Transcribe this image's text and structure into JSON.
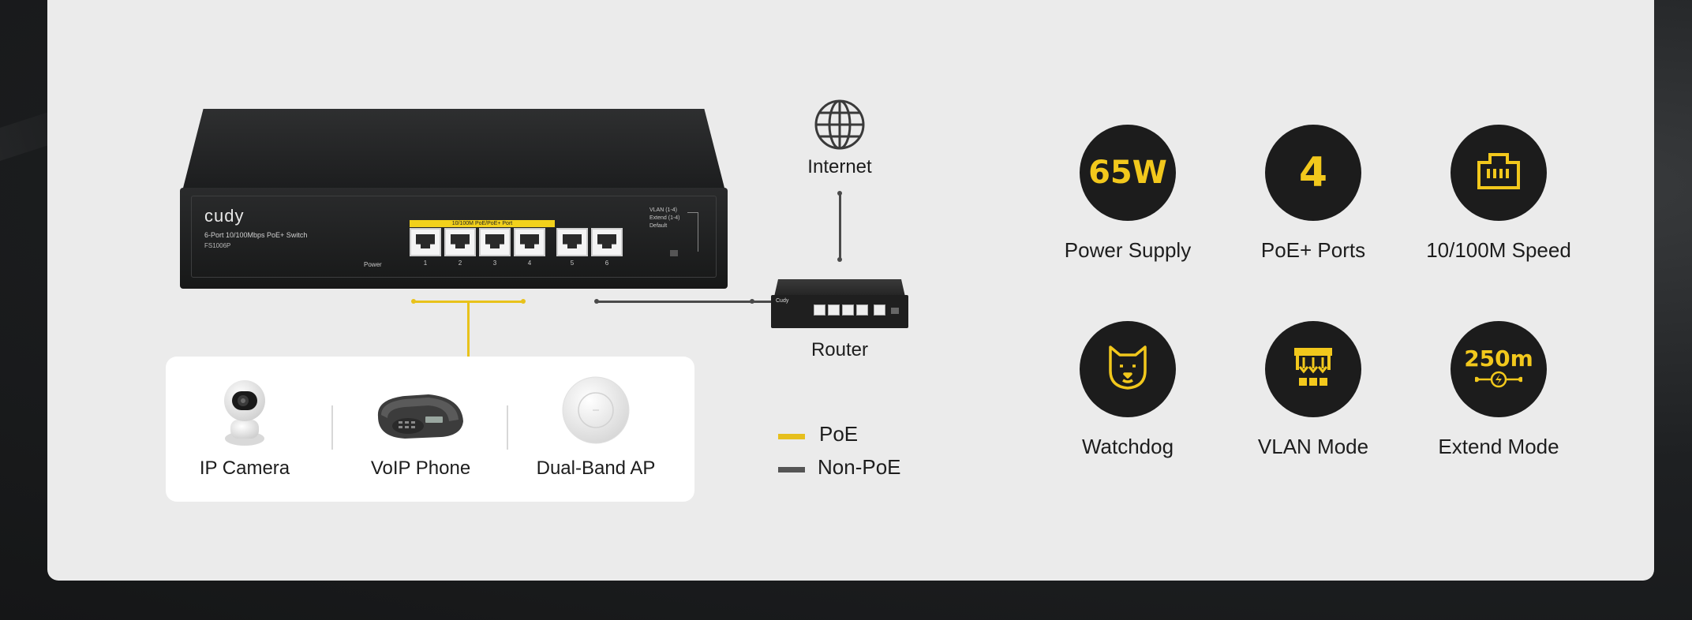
{
  "switch": {
    "brand": "cudy",
    "model_line": "6-Port 10/100Mbps PoE+ Switch",
    "sku": "FS1006P",
    "poe_strip": "10/100M PoE/PoE+ Port",
    "power_label": "Power",
    "ports": [
      "1",
      "2",
      "3",
      "4",
      "5",
      "6"
    ],
    "modes": [
      "VLAN (1-4)",
      "Extend (1-4)",
      "Default"
    ]
  },
  "internet_label": "Internet",
  "router_label": "Router",
  "router_brand": "Cudy",
  "devices": [
    {
      "label": "IP Camera",
      "icon": "ip-camera-icon"
    },
    {
      "label": "VoIP Phone",
      "icon": "voip-phone-icon"
    },
    {
      "label": "Dual-Band AP",
      "icon": "access-point-icon"
    }
  ],
  "legend": [
    {
      "label": "PoE",
      "color": "#e6bf1d"
    },
    {
      "label": "Non-PoE",
      "color": "#555555"
    }
  ],
  "features": [
    {
      "value": "65W",
      "label": "Power Supply"
    },
    {
      "value": "4",
      "label": "PoE+ Ports"
    },
    {
      "value": "",
      "label": "10/100M Speed",
      "icon": "ethernet-port-icon"
    },
    {
      "value": "",
      "label": "Watchdog",
      "icon": "dog-icon"
    },
    {
      "value": "",
      "label": "VLAN Mode",
      "icon": "vlan-icon"
    },
    {
      "value": "250m",
      "label": "Extend Mode",
      "icon": "bolt-icon"
    }
  ],
  "colors": {
    "accent": "#f2c81c",
    "dark": "#1c1c1c",
    "panel": "#ebebeb"
  }
}
